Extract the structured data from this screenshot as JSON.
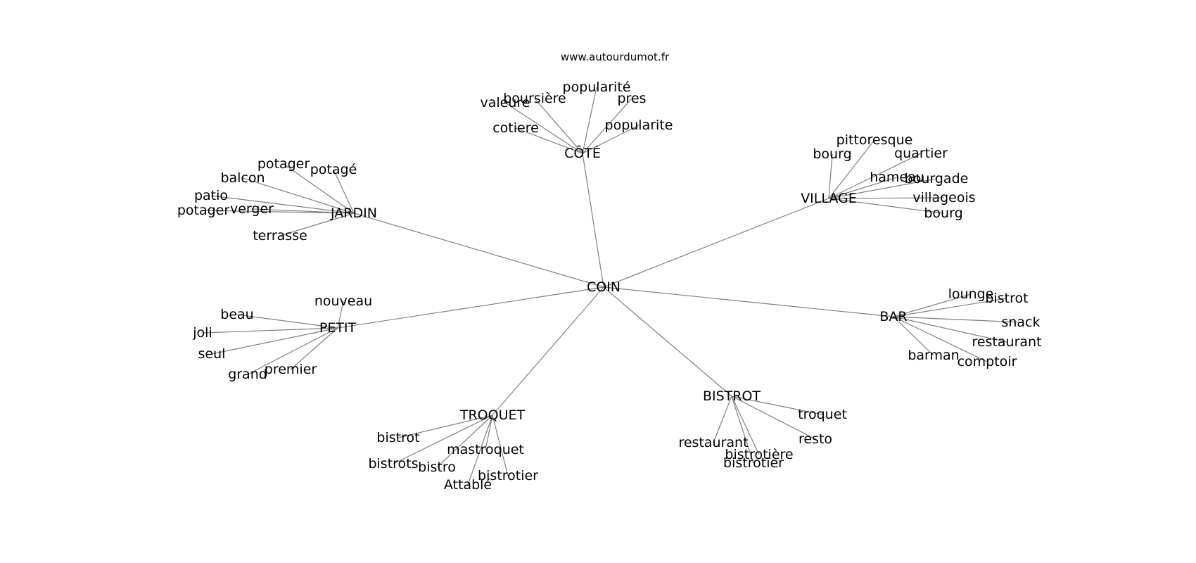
{
  "header": {
    "source_url": "www.autourdumot.fr"
  },
  "graph": {
    "center": "COIN",
    "clusters": [
      {
        "hub": "CÔTÉ",
        "words": [
          "valeure",
          "boursière",
          "popularité",
          "pres",
          "cotiere",
          "popularite"
        ]
      },
      {
        "hub": "JARDIN",
        "words": [
          "potager",
          "potagé",
          "balcon",
          "patio",
          "verger",
          "potager",
          "terrasse"
        ]
      },
      {
        "hub": "VILLAGE",
        "words": [
          "bourg",
          "pittoresque",
          "quartier",
          "hameau",
          "bourgade",
          "villageois",
          "bourg"
        ]
      },
      {
        "hub": "PETIT",
        "words": [
          "nouveau",
          "beau",
          "joli",
          "seul",
          "grand",
          "premier"
        ]
      },
      {
        "hub": "BAR",
        "words": [
          "lounge",
          "bistrot",
          "snack",
          "restaurant",
          "barman",
          "comptoir"
        ]
      },
      {
        "hub": "TROQUET",
        "words": [
          "bistrot",
          "mastroquet",
          "bistrots",
          "bistro",
          "Attablé",
          "bistrotier"
        ]
      },
      {
        "hub": "BISTROT",
        "words": [
          "troquet",
          "resto",
          "restaurant",
          "bistrotière",
          "bistrotier"
        ]
      }
    ]
  }
}
